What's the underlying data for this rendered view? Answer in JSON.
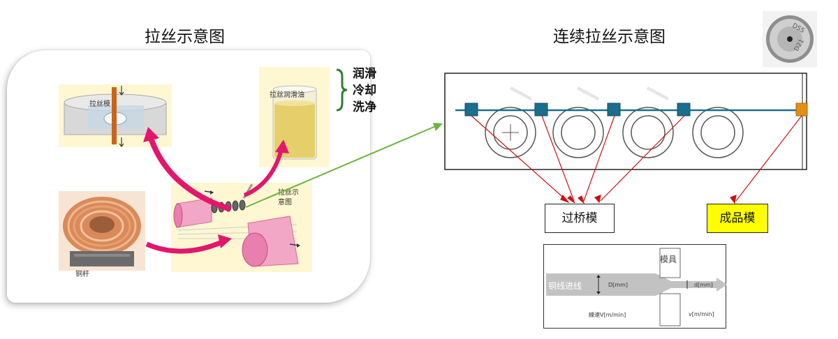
{
  "titles": {
    "left": "拉丝示意图",
    "right": "连续拉丝示意图"
  },
  "left_panel": {
    "die_label": "拉丝模",
    "lubricant_label": "拉丝润滑油",
    "lubricant_functions": [
      "润滑",
      "冷却",
      "洗净"
    ],
    "copper_rod_label": "铜杆",
    "drawing_diagram_label": [
      "拉丝示",
      "意图"
    ]
  },
  "right_panel": {
    "bridge_die_label": "过桥模",
    "finished_die_label": "成品模",
    "die_photo_text": [
      "DSS",
      "D21"
    ]
  },
  "flow_diagram": {
    "die_label": "模具",
    "incoming_wire_label": "铜线进线",
    "in_diameter": "D[mm]",
    "out_diameter": "d[mm]",
    "in_speed": "線速V[m/min]",
    "out_speed": "v[m/min]"
  },
  "colors": {
    "die_blue": "#1b6e8c",
    "finish_die_orange": "#e58e16",
    "arrow_red": "#cc1111",
    "connector_green": "#6db33f",
    "curve_magenta": "#e3166b",
    "highlight_yellow": "#ffff00"
  },
  "icons": [
    "down-arrow-icon",
    "curved-arrow-icon",
    "brace-icon",
    "crosshair-icon"
  ]
}
